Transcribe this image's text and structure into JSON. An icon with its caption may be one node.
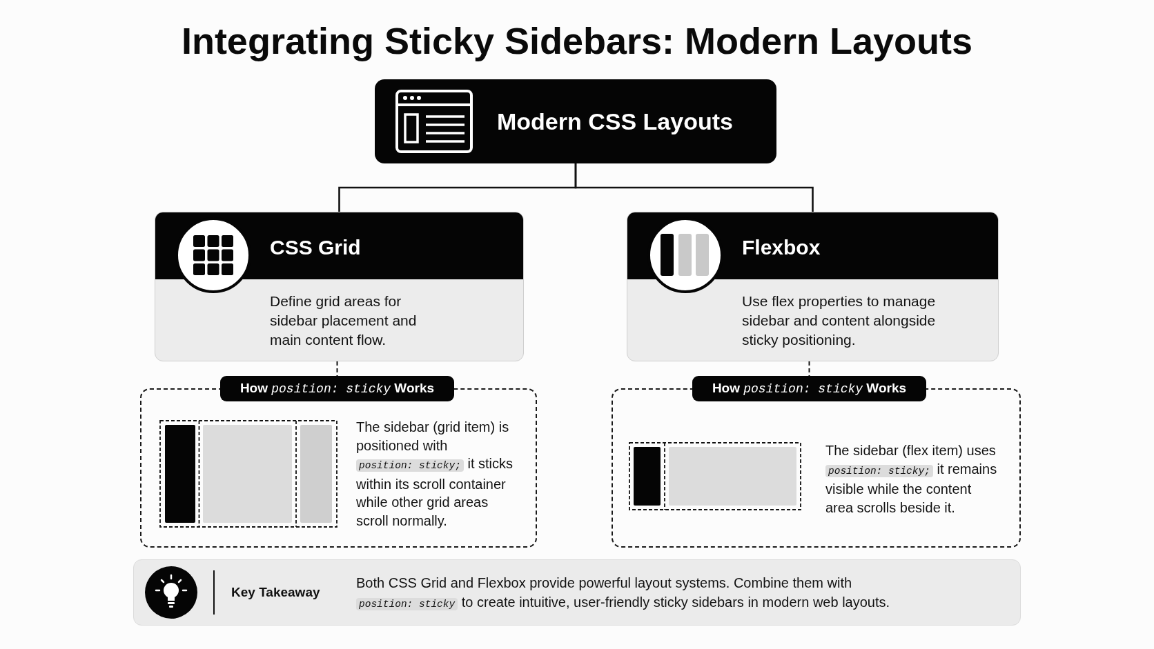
{
  "diagram": {
    "title": "Integrating Sticky Sidebars: Modern Layouts",
    "nodes": [
      {
        "text": [
          "Modern CSS Layouts"
        ]
      },
      {
        "text": [
          "CSS Grid",
          "Define grid areas for sidebar placement and main content flow."
        ]
      },
      {
        "text": [
          "Flexbox",
          "Use flex properties to manage sidebar and content alongside sticky positioning."
        ]
      },
      {
        "text": [
          "How *position: sticky* Works"
        ]
      },
      {
        "text": [
          "The sidebar (grid item) is positioned with *position: sticky;* it sticks within its scroll container while other grid areas scroll normally."
        ]
      },
      {
        "text": [
          "How *position: sticky* Works"
        ]
      },
      {
        "text": [
          "The sidebar (flex item) uses *position: sticky;* it remains visible while the content area scrolls beside it."
        ]
      },
      {
        "text": [
          "Key Takeaway",
          "Both CSS Grid and Flexbox provide powerful layout systems. Combine them with *position: sticky* to create intuitive, user-friendly sticky sidebars in modern web layouts."
        ]
      }
    ],
    "edges": [
      {
        "from": 0,
        "to": 1,
        "arrow": "none"
      },
      {
        "from": 0,
        "to": 2,
        "arrow": "none"
      },
      {
        "from": 1,
        "to": 3,
        "arrow": "none",
        "style": "dashed"
      },
      {
        "from": 2,
        "to": 5,
        "arrow": "none",
        "style": "dashed"
      }
    ]
  }
}
